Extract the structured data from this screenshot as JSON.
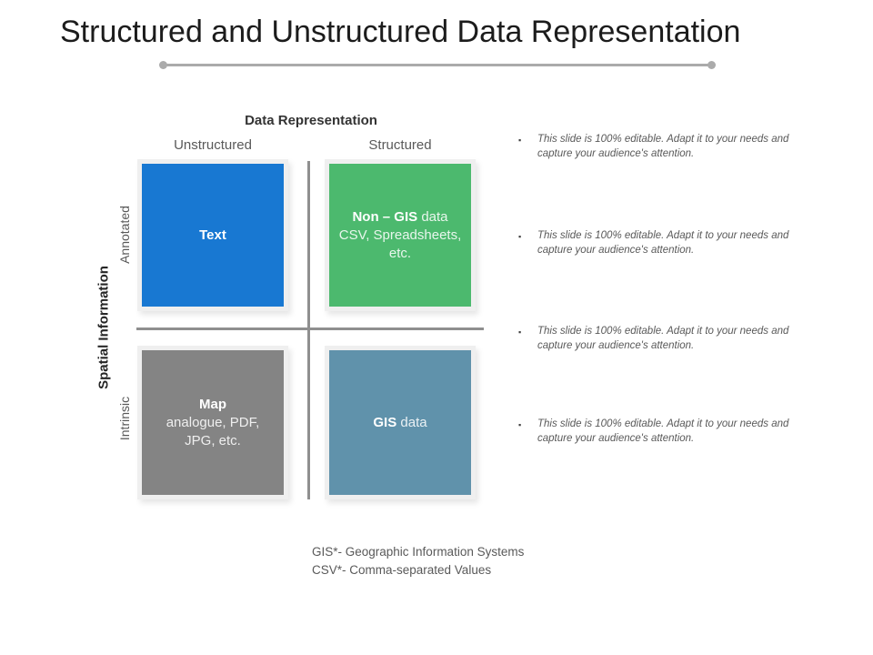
{
  "title": "Structured and Unstructured Data Representation",
  "matrix": {
    "header": "Data Representation",
    "columns": {
      "left": "Unstructured",
      "right": "Structured"
    },
    "rows": {
      "top": "Annotated",
      "bottom": "Intrinsic"
    },
    "axis_label": "Spatial Information",
    "quadrants": {
      "top_left": {
        "bold": "Text"
      },
      "top_right": {
        "bold": "Non – GIS",
        "rest": " data",
        "lines": [
          "CSV, Spreadsheets,",
          "etc."
        ]
      },
      "bottom_left": {
        "bold": "Map",
        "lines": [
          "analogue, PDF,",
          "JPG, etc."
        ]
      },
      "bottom_right": {
        "bold": "GIS",
        "rest": " data"
      }
    }
  },
  "bullets": [
    "This slide is 100% editable. Adapt it to your needs and capture your audience's attention.",
    "This slide is 100% editable. Adapt it to your needs and capture your audience's attention.",
    "This slide is 100% editable. Adapt it to your needs and capture your audience's attention.",
    "This slide is 100% editable. Adapt it to your needs and capture your audience's attention."
  ],
  "bullet_marker": "▪",
  "footnotes": {
    "gis": "GIS*- Geographic Information Systems",
    "csv": "CSV*- Comma-separated Values"
  },
  "colors": {
    "quadrant_top_left": "#1878d2",
    "quadrant_top_right": "#4cb96e",
    "quadrant_bottom_left": "#848484",
    "quadrant_bottom_right": "#6092ab",
    "frame": "#efefef",
    "axis_line": "#8f8f8f",
    "title_rule": "#ababab"
  }
}
